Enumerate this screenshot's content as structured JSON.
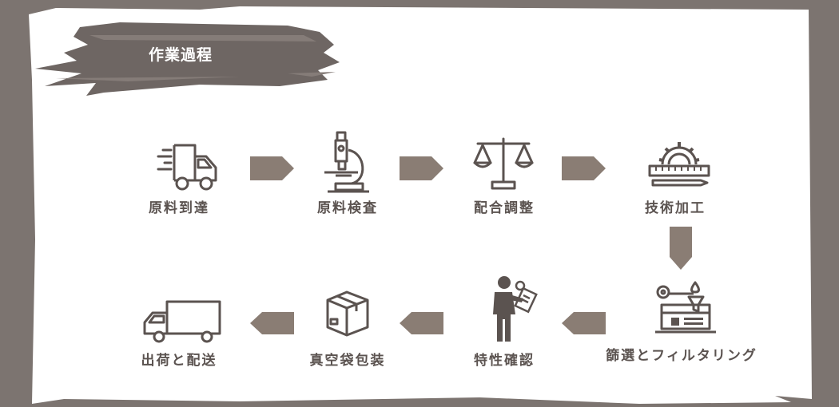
{
  "title": "作業過程",
  "steps": [
    {
      "label": "原料到達",
      "icon": "delivery-truck-icon"
    },
    {
      "label": "原料検査",
      "icon": "microscope-icon"
    },
    {
      "label": "配合調整",
      "icon": "balance-scale-icon"
    },
    {
      "label": "技術加工",
      "icon": "gear-ruler-icon"
    },
    {
      "label": "篩選とフィルタリング",
      "icon": "filter-lab-icon"
    },
    {
      "label": "特性確認",
      "icon": "person-inspecting-icon"
    },
    {
      "label": "真空袋包装",
      "icon": "package-box-icon"
    },
    {
      "label": "出荷と配送",
      "icon": "cargo-truck-icon"
    }
  ],
  "colors": {
    "frame": "#7c7470",
    "arrow": "#8a7d74",
    "icon": "#5b5350",
    "label": "#5b5350"
  }
}
